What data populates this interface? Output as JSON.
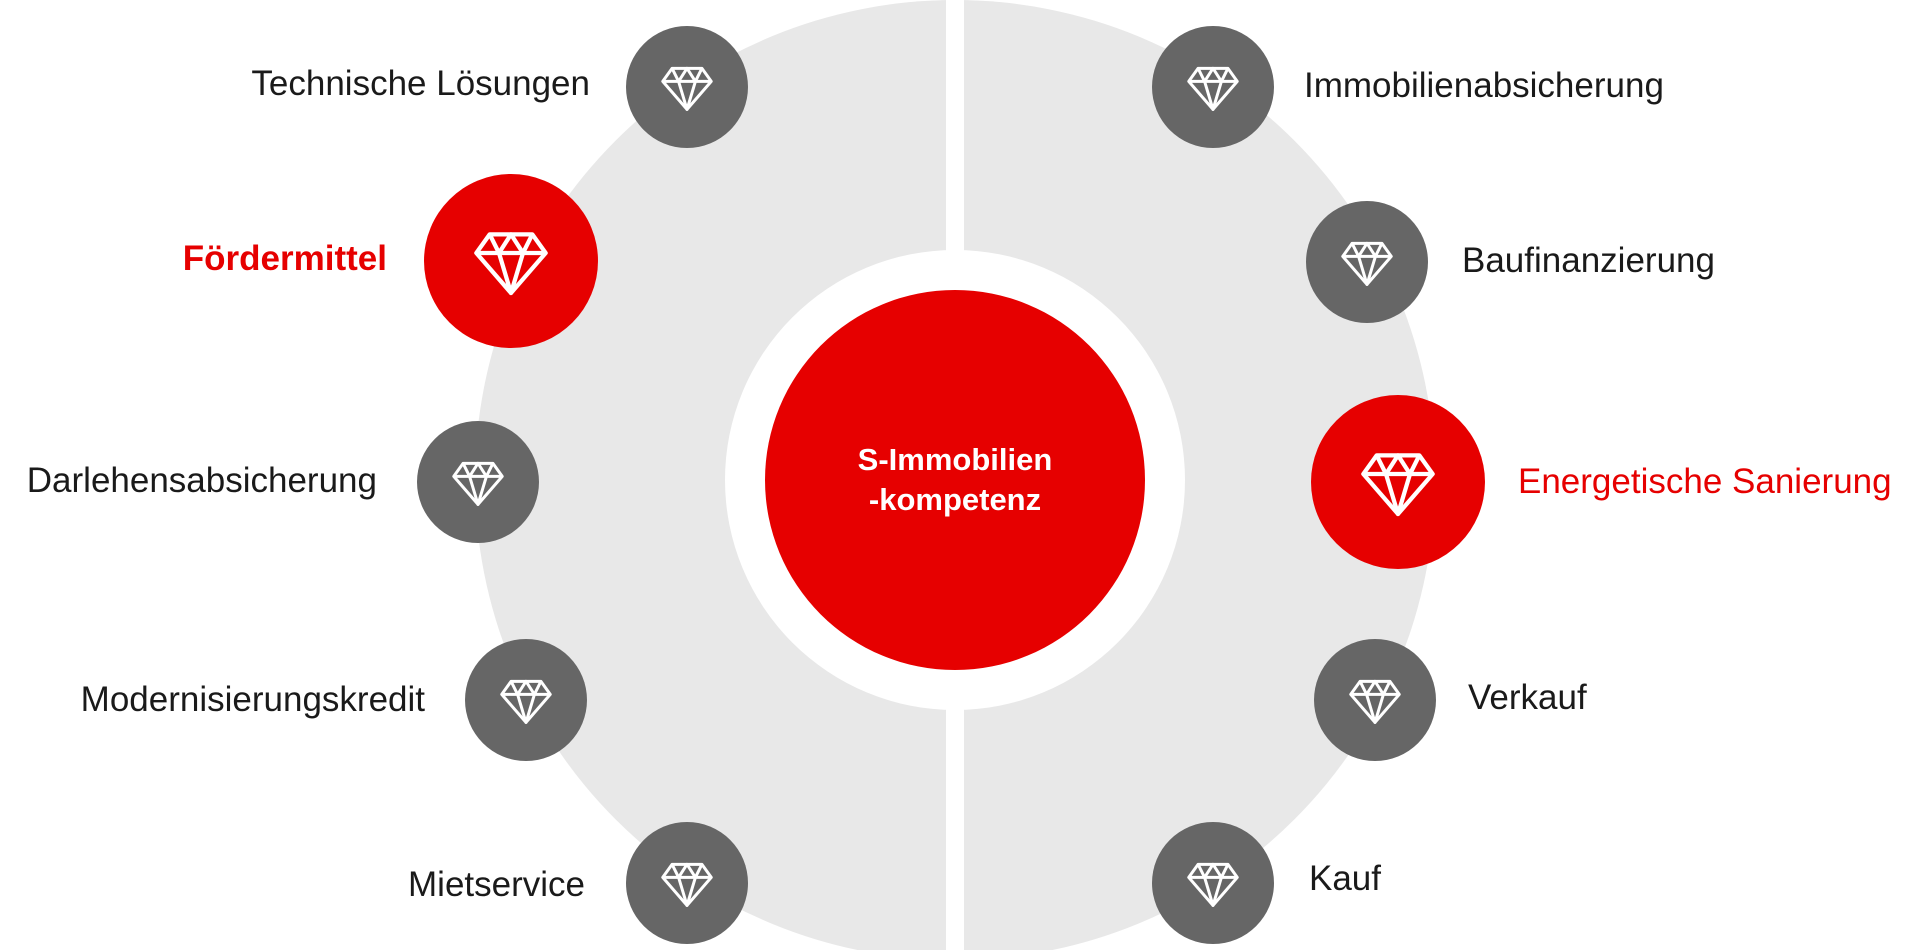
{
  "diagram": {
    "center": {
      "line1": "S-Immobilien",
      "line2": "-kompetenz"
    },
    "colors": {
      "accent": "#e60000",
      "node_default": "#666666",
      "ring": "#e8e8e8",
      "text": "#1a1a1a",
      "icon": "#ffffff"
    },
    "icon": "diamond-icon",
    "left_items": [
      {
        "label": "Technische Lösungen",
        "highlight": false
      },
      {
        "label": "Fördermittel",
        "highlight": true
      },
      {
        "label": "Darlehensabsicherung",
        "highlight": false
      },
      {
        "label": "Modernisierungskredit",
        "highlight": false
      },
      {
        "label": "Mietservice",
        "highlight": false
      }
    ],
    "right_items": [
      {
        "label": "Immobilienabsicherung",
        "highlight": false
      },
      {
        "label": "Baufinanzierung",
        "highlight": false
      },
      {
        "label": "Energetische Sanierung",
        "highlight": true
      },
      {
        "label": "Verkauf",
        "highlight": false
      },
      {
        "label": "Kauf",
        "highlight": false
      }
    ]
  }
}
